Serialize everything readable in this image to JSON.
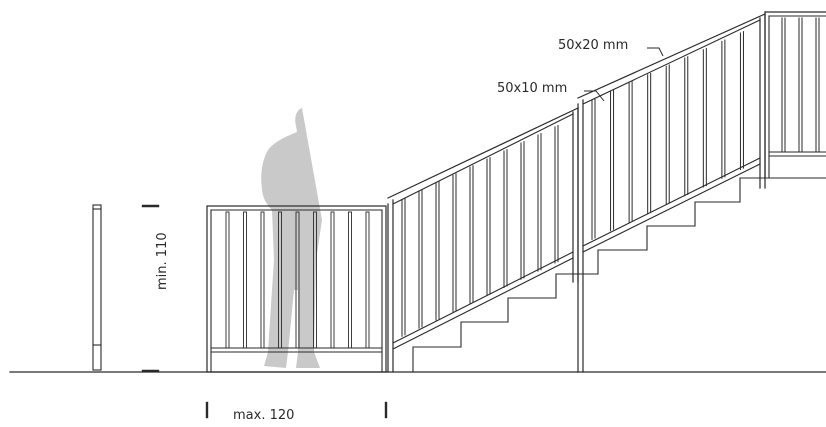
{
  "labels": {
    "min_height": "min. 110",
    "max_width": "max. 120",
    "top_rail": "50x20 mm",
    "infill": "50x10 mm"
  },
  "colors": {
    "line": "#2a2a2a",
    "silhouette": "#c9c9c9",
    "background": "#ffffff"
  }
}
